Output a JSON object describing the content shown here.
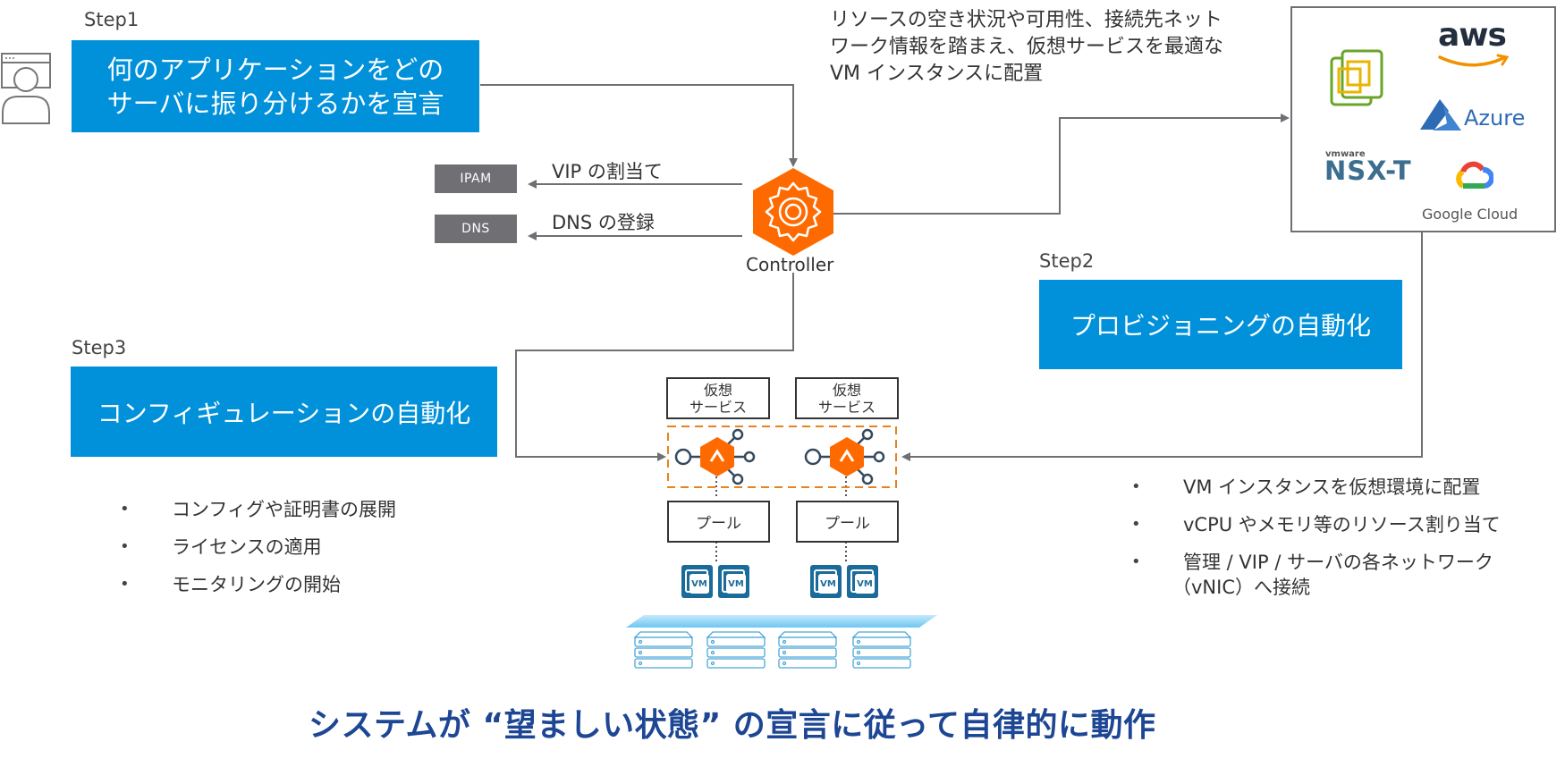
{
  "step1": {
    "label": "Step1",
    "box_line1": "何のアプリケーションをどの",
    "box_line2": "サーバに振り分けるかを宣言"
  },
  "step2": {
    "label": "Step2",
    "box": "プロビジョニングの自動化",
    "description_lines": [
      "リソースの空き状況や可用性、接続先ネット",
      "ワーク情報を踏まえ、仮想サービスを最適な",
      "VM インスタンスに配置"
    ],
    "bullets": [
      "VM インスタンスを仮想環境に配置",
      "vCPU やメモリ等のリソース割り当て",
      "管理 / VIP / サーバの各ネットワーク",
      "（vNIC）へ接続"
    ]
  },
  "step3": {
    "label": "Step3",
    "box": "コンフィギュレーションの自動化",
    "bullets": [
      "コンフィグや証明書の展開",
      "ライセンスの適用",
      "モニタリングの開始"
    ]
  },
  "controller": {
    "label": "Controller",
    "icon": "gear-icon"
  },
  "external": {
    "ipam": {
      "tag": "IPAM",
      "action": "VIP の割当て"
    },
    "dns": {
      "tag": "DNS",
      "action": "DNS の登録"
    }
  },
  "platforms": {
    "vsphere": "vsphere-icon",
    "aws": "aws",
    "azure": "Azure",
    "nsxt_brand": "vmware",
    "nsxt": "NSX-T",
    "gcp": "Google Cloud"
  },
  "virtual_services": [
    {
      "line1": "仮想",
      "line2": "サービス",
      "pool": "プール",
      "vms": [
        "VM",
        "VM"
      ]
    },
    {
      "line1": "仮想",
      "line2": "サービス",
      "pool": "プール",
      "vms": [
        "VM",
        "VM"
      ]
    }
  ],
  "footer": {
    "title": "システムが “望ましい状態” の宣言に従って自律的に動作"
  },
  "colors": {
    "step_blue": "#0091da",
    "controller_orange": "#ff6a00",
    "tag_gray": "#6f6f74",
    "footer_navy": "#1d4694",
    "vm_blue": "#1a6b9a",
    "dashed_orange": "#e8821e",
    "line_gray": "#6f6f74"
  }
}
